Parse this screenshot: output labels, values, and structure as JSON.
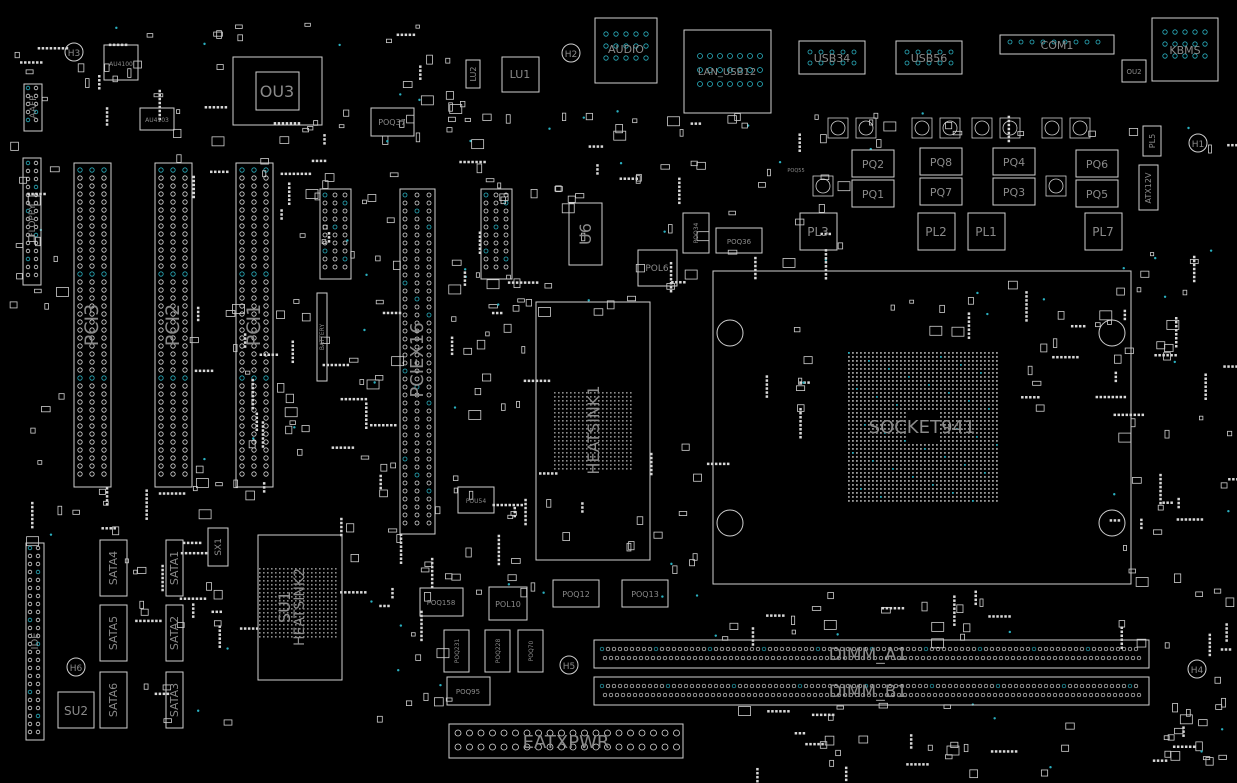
{
  "board": {
    "colors": {
      "background": "#000000",
      "outline": "#cfcfcf",
      "pad": "#d8d8d8",
      "via": "#2ab0c0",
      "label": "#8a8a8a"
    }
  },
  "labels": {
    "socket": "SOCKET941",
    "pcie": "PCIEX16",
    "pci3": "PCI3",
    "pci2": "PCI2",
    "pci1": "PCI1",
    "dimm_a1": "DIMM_A1",
    "dimm_b1": "DIMM_B1",
    "eatxpwr": "EATXPWR",
    "heatsink1": "HEATSINK1",
    "heatsink2": "HEATSINK2",
    "su1": "SU1",
    "su2": "SU2",
    "ou3": "OU3",
    "u6": "U6",
    "lu1": "LU1",
    "lu2": "LU2",
    "audio": "AUDIO",
    "lan_usb12": "LAN_USB12",
    "usb34": "USB34",
    "usb56": "USB56",
    "com1": "COM1",
    "kbms": "KBMS",
    "ou2": "OU2",
    "atx12v": "ATX12V",
    "h1": "H1",
    "h2": "H2",
    "h3": "H3",
    "h4": "H4",
    "h5": "H5",
    "h6": "H6",
    "sata1": "SATA1",
    "sata2": "SATA2",
    "sata3": "SATA3",
    "sata4": "SATA4",
    "sata5": "SATA5",
    "sata6": "SATA6",
    "floppy": "FLOPPY",
    "ide": "IDE",
    "aafp": "AAFP",
    "battery": "BATTERY",
    "sx1": "SX1",
    "au4100": "AU4100",
    "au4103": "AU4103",
    "poq37": "POQ37",
    "pol6": "POL6",
    "poq36": "POQ36",
    "poq34": "POQ34",
    "poq55": "POQ55",
    "pol10": "POL10",
    "poq12": "POQ12",
    "poq13": "POQ13",
    "poq158": "POQ158",
    "poq95": "POQ95",
    "poq231": "POQ231",
    "poq228": "POQ228",
    "poq70": "POQ70",
    "pou54": "POU54",
    "pq1": "PQ1",
    "pq2": "PQ2",
    "pq3": "PQ3",
    "pq4": "PQ4",
    "pq5": "PQ5",
    "pq6": "PQ6",
    "pq7": "PQ7",
    "pq8": "PQ8",
    "pl1": "PL1",
    "pl2": "PL2",
    "pl3": "PL3",
    "pl5": "PL5",
    "pl7": "PL7"
  }
}
